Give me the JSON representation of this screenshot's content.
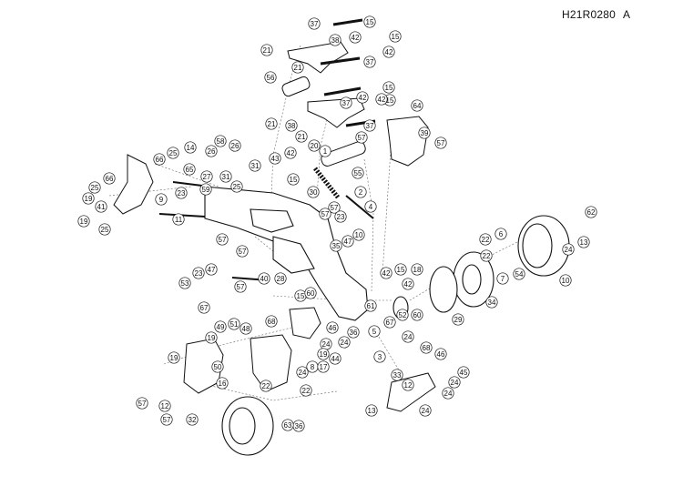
{
  "header": {
    "drawing_id": "H21R0280",
    "revision": "A"
  },
  "callouts": [
    {
      "n": "37"
    },
    {
      "n": "15"
    },
    {
      "n": "38"
    },
    {
      "n": "42"
    },
    {
      "n": "15"
    },
    {
      "n": "21"
    },
    {
      "n": "42"
    },
    {
      "n": "21"
    },
    {
      "n": "37"
    },
    {
      "n": "56"
    },
    {
      "n": "15"
    },
    {
      "n": "42"
    },
    {
      "n": "15"
    },
    {
      "n": "37"
    },
    {
      "n": "42"
    },
    {
      "n": "21"
    },
    {
      "n": "38"
    },
    {
      "n": "64"
    },
    {
      "n": "37"
    },
    {
      "n": "39"
    },
    {
      "n": "21"
    },
    {
      "n": "57"
    },
    {
      "n": "57"
    },
    {
      "n": "20"
    },
    {
      "n": "58"
    },
    {
      "n": "1"
    },
    {
      "n": "14"
    },
    {
      "n": "25"
    },
    {
      "n": "26"
    },
    {
      "n": "26"
    },
    {
      "n": "66"
    },
    {
      "n": "43"
    },
    {
      "n": "42"
    },
    {
      "n": "65"
    },
    {
      "n": "27"
    },
    {
      "n": "31"
    },
    {
      "n": "55"
    },
    {
      "n": "25"
    },
    {
      "n": "66"
    },
    {
      "n": "31"
    },
    {
      "n": "15"
    },
    {
      "n": "59"
    },
    {
      "n": "25"
    },
    {
      "n": "30"
    },
    {
      "n": "2"
    },
    {
      "n": "19"
    },
    {
      "n": "9"
    },
    {
      "n": "23"
    },
    {
      "n": "41"
    },
    {
      "n": "57"
    },
    {
      "n": "4"
    },
    {
      "n": "23"
    },
    {
      "n": "19"
    },
    {
      "n": "11"
    },
    {
      "n": "25"
    },
    {
      "n": "57"
    },
    {
      "n": "10"
    },
    {
      "n": "47"
    },
    {
      "n": "57"
    },
    {
      "n": "35"
    },
    {
      "n": "22"
    },
    {
      "n": "6"
    },
    {
      "n": "62"
    },
    {
      "n": "24"
    },
    {
      "n": "13"
    },
    {
      "n": "57"
    },
    {
      "n": "23"
    },
    {
      "n": "47"
    },
    {
      "n": "42"
    },
    {
      "n": "15"
    },
    {
      "n": "18"
    },
    {
      "n": "22"
    },
    {
      "n": "7"
    },
    {
      "n": "54"
    },
    {
      "n": "10"
    },
    {
      "n": "53"
    },
    {
      "n": "57"
    },
    {
      "n": "40"
    },
    {
      "n": "28"
    },
    {
      "n": "42"
    },
    {
      "n": "15"
    },
    {
      "n": "60"
    },
    {
      "n": "34"
    },
    {
      "n": "67"
    },
    {
      "n": "61"
    },
    {
      "n": "60"
    },
    {
      "n": "29"
    },
    {
      "n": "67"
    },
    {
      "n": "52"
    },
    {
      "n": "49"
    },
    {
      "n": "51"
    },
    {
      "n": "48"
    },
    {
      "n": "68"
    },
    {
      "n": "46"
    },
    {
      "n": "19"
    },
    {
      "n": "36"
    },
    {
      "n": "5"
    },
    {
      "n": "24"
    },
    {
      "n": "24"
    },
    {
      "n": "19"
    },
    {
      "n": "24"
    },
    {
      "n": "3"
    },
    {
      "n": "68"
    },
    {
      "n": "46"
    },
    {
      "n": "19"
    },
    {
      "n": "50"
    },
    {
      "n": "44"
    },
    {
      "n": "24"
    },
    {
      "n": "8"
    },
    {
      "n": "17"
    },
    {
      "n": "45"
    },
    {
      "n": "33"
    },
    {
      "n": "16"
    },
    {
      "n": "22"
    },
    {
      "n": "22"
    },
    {
      "n": "12"
    },
    {
      "n": "24"
    },
    {
      "n": "57"
    },
    {
      "n": "12"
    },
    {
      "n": "24"
    },
    {
      "n": "57"
    },
    {
      "n": "32"
    },
    {
      "n": "13"
    },
    {
      "n": "24"
    },
    {
      "n": "36"
    },
    {
      "n": "63"
    }
  ]
}
